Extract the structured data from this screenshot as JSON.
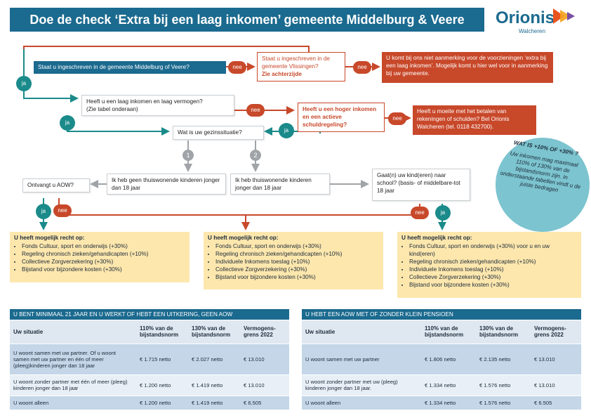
{
  "header": {
    "title": "Doe de check ‘Extra bij een laag inkomen’ gemeente Middelburg & Veere",
    "logo_word": "Orionis",
    "logo_sub": "Walcheren"
  },
  "flow": {
    "q_registered": "Staat u ingeschreven in de gemeente Middelburg of Veere?",
    "q_vlissingen": "Staat u ingeschreven in de gemeente Vlissingen?",
    "q_vlissingen_note": "Zie achterzijde",
    "r_not_eligible": "U komt bij ons niet aanmerking voor de voorzieningen ‘extra bij een laag inkomen’. Mogelijk komt u hier wel voor in aanmerking bij uw gemeente.",
    "q_low_income": "Heeft u een laag inkomen en laag vermogen?",
    "q_low_income_note": "(Zie tabel onderaan)",
    "q_higher_income": "Heeft u een hoger inkomen en een actieve schuldregeling?",
    "r_debts": "Heeft u moeite met het betalen van rekeningen of schulden? Bel Orionis Walcheren (tel. 0118 432700).",
    "q_household": "Wat is uw gezinssituatie?",
    "opt1": "Ik heb geen thuiswonende kinderen jonger dan 18 jaar",
    "opt2": "Ik heb thuiswonende kinderen jonger dan 18 jaar",
    "q_aow": "Ontvangt u AOW?",
    "q_school": "Gaat(n) uw kind(eren) naar school? (basis- of middelbare-tot 18 jaar",
    "ja": "ja",
    "nee": "nee",
    "n1": "1",
    "n2": "2"
  },
  "results": {
    "left": {
      "title": "U heeft mogelijk recht op:",
      "items": [
        "Fonds Cultuur, sport en onderwijs (+30%)",
        "Regeling chronisch zieken/gehandicapten (+10%)",
        "Collectieve Zorgverzekering (+30%)",
        "Bijstand voor bijzondere kosten (+30%)"
      ]
    },
    "mid": {
      "title": "U heeft mogelijk recht op:",
      "items": [
        "Fonds Cultuur, sport en onderwijs (+30%)",
        "Regeling chronisch zieken/gehandicapten (+10%)",
        "Individuele Inkomens toeslag (+10%)",
        "Collectieve Zorgverzekering (+30%)",
        "Bijstand voor bijzondere kosten (+30%)"
      ]
    },
    "right": {
      "title": "U heeft mogelijk recht op:",
      "items": [
        "Fonds Cultuur, sport en onderwijs (+30%) voor u en uw kind(eren)",
        "Regeling chronisch zieken/gehandicapten (+10%)",
        "Individuele Inkomens toeslag (+10%)",
        "Collectieve Zorgverzekering (+30%)",
        "Bijstand voor bijzondere kosten (+30%)"
      ]
    }
  },
  "bubble": {
    "title": "WAT IS +10% OF +30% ?",
    "text": "Uw inkomen mag maximaal 110% of 130% van de bijstandsnorm zijn. In onderstaande tabellen vindt u de juiste bedragen"
  },
  "table_left": {
    "caption": "U BENT MINIMAAL 21 JAAR EN U WERKT OF HEBT EEN UITKERING, GEEN AOW",
    "headers": [
      "Uw situatie",
      "110% van de bijstandsnorm",
      "130% van de bijstandsnorm",
      "Vermogens-grens 2022"
    ],
    "rows": [
      [
        "U woont samen met uw partner. Of u woont samen met uw partner en één of meer (pleeg)kinderen jonger dan 18 jaar",
        "€ 1.715 netto",
        "€ 2.027 netto",
        "€ 13.010"
      ],
      [
        "U woont zonder partner met één of meer (pleeg) kinderen jonger dan 18 jaar",
        "€ 1.200 netto",
        "€ 1.419 netto",
        "€ 13.010"
      ],
      [
        "U woont alleen",
        "€ 1.200 netto",
        "€ 1.419 netto",
        "€ 6.505"
      ]
    ]
  },
  "table_right": {
    "caption": "U HEBT EEN AOW MET OF ZONDER KLEIN PENSIOEN",
    "headers": [
      "Uw situatie",
      "110% van de bijstandsnorm",
      "130% van de bijstandsnorm",
      "Vermogens-grens 2022"
    ],
    "rows": [
      [
        "U woont samen met uw partner",
        "€ 1.806 netto",
        "€ 2.135 netto",
        "€ 13.010"
      ],
      [
        "U woont zonder partner met uw (pleeg) kinderen jonger dan 18 jaar.",
        "€ 1.334 netto",
        "€ 1.576 netto",
        "€ 13.010"
      ],
      [
        "U woont alleen",
        "€ 1.334 netto",
        "€ 1.576 netto",
        "€ 6.505"
      ]
    ]
  },
  "colors": {
    "teal": "#1b6a8f",
    "orange": "#c8482a",
    "yellow": "#fde7ad",
    "green": "#1b8a8a",
    "bubble": "#7cc4cf"
  }
}
